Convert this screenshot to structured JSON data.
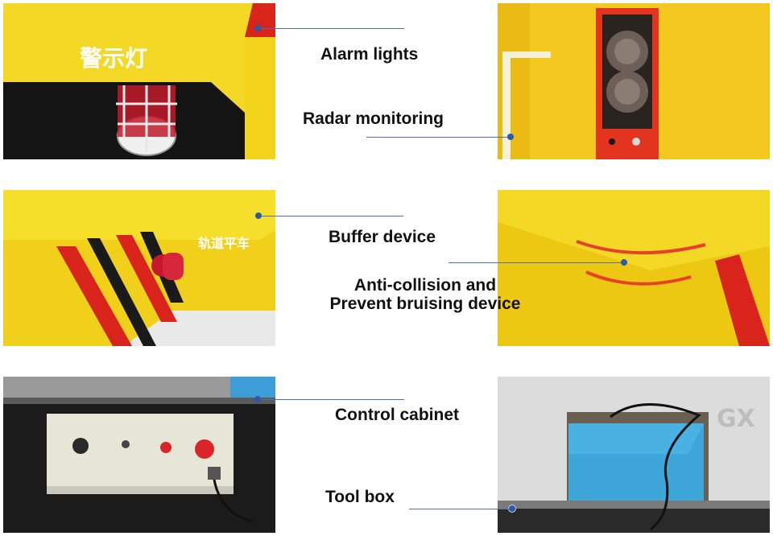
{
  "colors": {
    "panel_yellow": "#f2d21a",
    "stripe_red": "#d9241c",
    "stripe_black": "#1a1a1a",
    "connector_blue": "#4f6fb0",
    "cabinet_blue": "#3f9ed8"
  },
  "labels": {
    "alarm_lights": "Alarm lights",
    "radar_monitoring": "Radar monitoring",
    "buffer_device": "Buffer device",
    "anti_collision_line1": "Anti-collision and",
    "anti_collision_line2": "Prevent bruising device",
    "control_cabinet": "Control cabinet",
    "tool_box": "Tool box"
  },
  "photo_text": {
    "alarm_sign": "警示灯",
    "rail_car_sign": "轨道平车",
    "box_mark": "GX"
  }
}
